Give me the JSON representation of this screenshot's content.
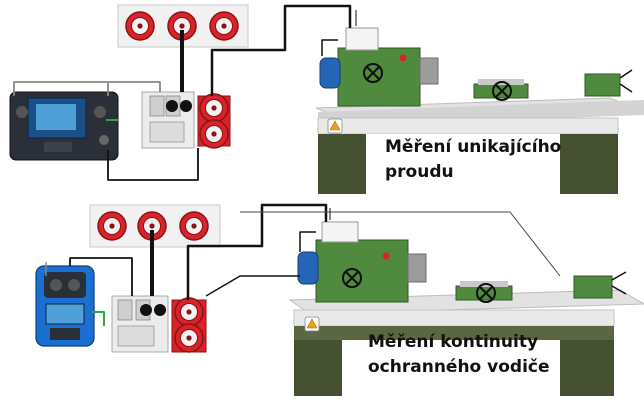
{
  "captions": {
    "top": {
      "line1": "Měření unikajícího",
      "line2": "proudu"
    },
    "bottom": {
      "line1": "Měření kontinuity",
      "line2": "ochranného vodiče"
    }
  },
  "colors": {
    "socket_red": "#d8232a",
    "machine_green": "#4f8a3e",
    "bench_dark": "#44502f",
    "bench_top": "#dcdcdc",
    "motor_blue": "#2565b8",
    "tester_dark": "#2a2f38",
    "tester_blue": "#1b6fd1",
    "cable_black": "#111111",
    "cable_grey": "#888888"
  },
  "icons": {
    "warning_sign": "warning-sign-icon",
    "handwheel": "handwheel-icon",
    "socket": "socket-icon"
  }
}
